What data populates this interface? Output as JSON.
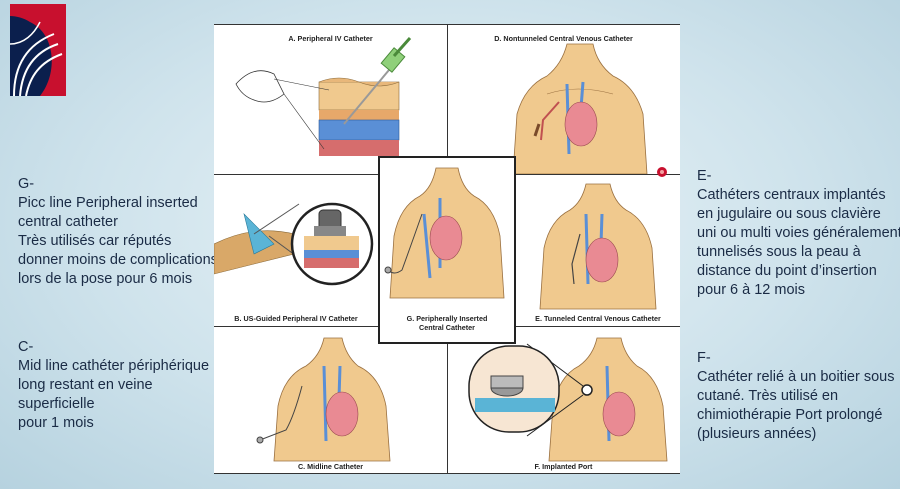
{
  "logo": {
    "name": "logo-icon",
    "colors": [
      "#0b1f4d",
      "#c8102e"
    ]
  },
  "annotations": {
    "g_text": "G-\nPicc line Peripheral inserted central catheter\nTrès utilisés car réputés donner moins de complications lors de la pose pour 6 mois",
    "c_text": "C-\nMid line cathéter périphérique long restant en veine superficielle\npour 1 mois",
    "e_text": "E-\nCathéters centraux implantés en jugulaire ou sous clavière uni ou multi voies généralement tunnelisés sous la peau à distance du point d’insertion pour 6 à 12 mois",
    "f_text": "F-\nCathéter relié à un boitier sous cutané. Très utilisé en chimiothérapie Port prolongé (plusieurs années)"
  },
  "panels": {
    "a": {
      "caption": "A. Peripheral IV Catheter"
    },
    "b": {
      "caption": "B. US-Guided Peripheral IV Catheter"
    },
    "c": {
      "caption": "C. Midline Catheter"
    },
    "d": {
      "caption": "D. Nontunneled Central Venous Catheter"
    },
    "e": {
      "caption": "E. Tunneled Central Venous Catheter"
    },
    "f": {
      "caption": "F. Implanted Port"
    },
    "g": {
      "caption": "G. Peripherally Inserted\nCentral Catheter"
    }
  },
  "colors": {
    "skin": "#f0c98e",
    "skin_dark": "#d9a868",
    "vein": "#5a8fd6",
    "heart": "#e98a93",
    "text": "#1a2b45"
  }
}
